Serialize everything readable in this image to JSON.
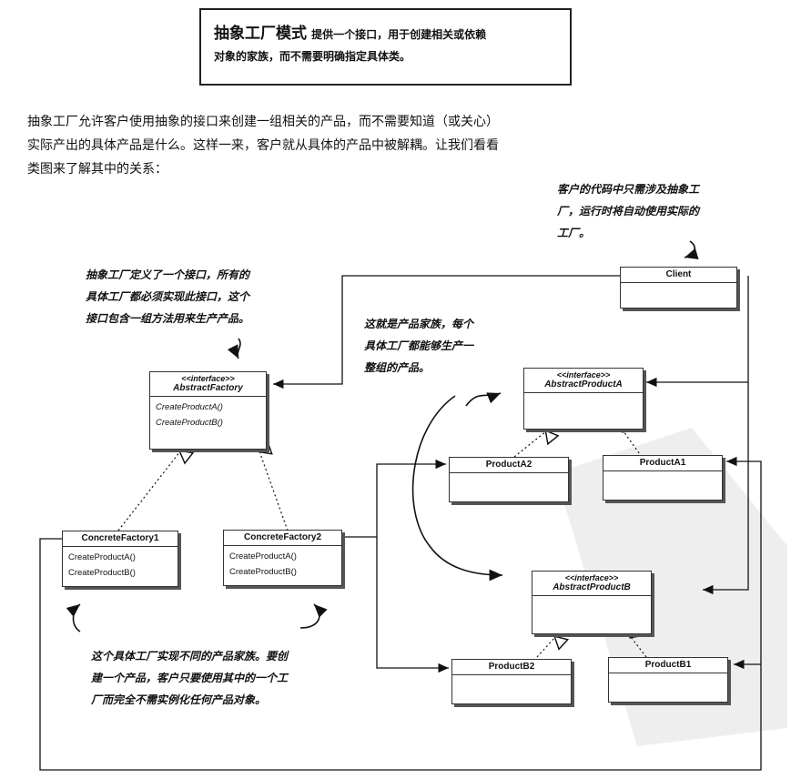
{
  "definition": {
    "title": "抽象工厂模式",
    "text1": "提供一个接口，用于创建相关或依赖",
    "text2": "对象的家族，而不需要明确指定具体类。"
  },
  "intro": {
    "line1": "抽象工厂允许客户使用抽象的接口来创建一组相关的产品，而不需要知道（或关心）",
    "line2": "实际产出的具体产品是什么。这样一来，客户就从具体的产品中被解耦。让我们看看",
    "line3": "类图来了解其中的关系："
  },
  "notes": {
    "client_note": [
      "客户的代码中只需涉及抽象工",
      "厂，运行时将自动使用实际的",
      "工厂。"
    ],
    "factory_note": [
      "抽象工厂定义了一个接口，所有的",
      "具体工厂都必须实现此接口，这个",
      "接口包含一组方法用来生产产品。"
    ],
    "family_note": [
      "这就是产品家族，每个",
      "具体工厂都能够生产一",
      "整组的产品。"
    ],
    "concrete_note": [
      "这个具体工厂实现不同的产品家族。要创",
      "建一个产品，客户只要使用其中的一个工",
      "厂而完全不需实例化任何产品对象。"
    ]
  },
  "classes": {
    "client": {
      "name": "Client"
    },
    "abstract_factory": {
      "stereotype": "<<interface>>",
      "name": "AbstractFactory",
      "ops": [
        "CreateProductA()",
        "CreateProductB()"
      ]
    },
    "concrete_factory1": {
      "name": "ConcreteFactory1",
      "ops": [
        "CreateProductA()",
        "CreateProductB()"
      ]
    },
    "concrete_factory2": {
      "name": "ConcreteFactory2",
      "ops": [
        "CreateProductA()",
        "CreateProductB()"
      ]
    },
    "abstract_product_a": {
      "stereotype": "<<interface>>",
      "name": "AbstractProductA"
    },
    "product_a2": {
      "name": "ProductA2"
    },
    "product_a1": {
      "name": "ProductA1"
    },
    "abstract_product_b": {
      "stereotype": "<<interface>>",
      "name": "AbstractProductB"
    },
    "product_b2": {
      "name": "ProductB2"
    },
    "product_b1": {
      "name": "ProductB1"
    }
  }
}
